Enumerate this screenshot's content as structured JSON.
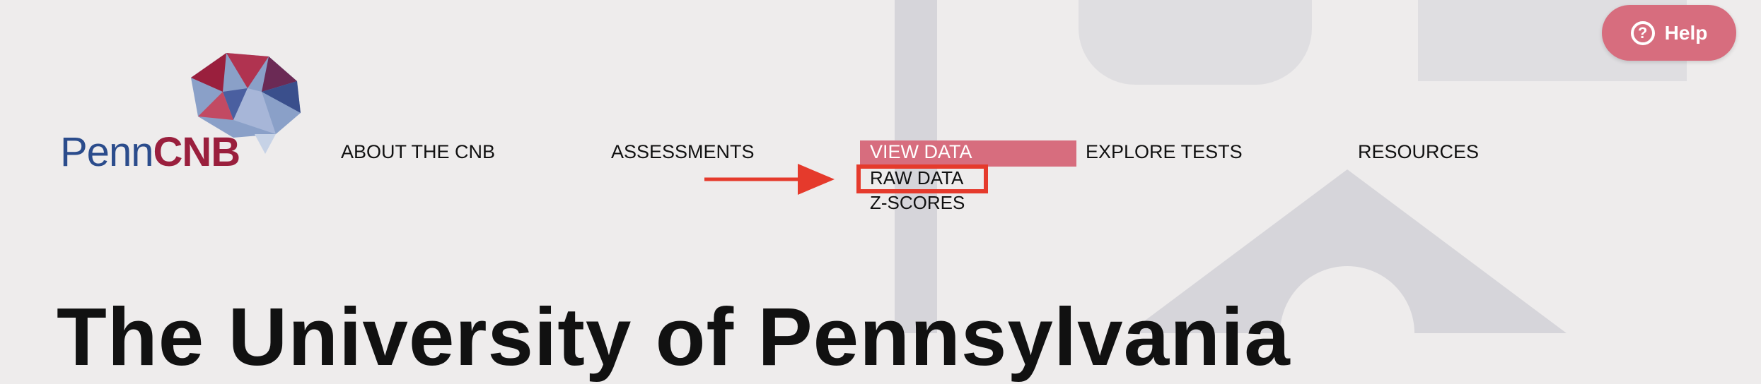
{
  "brand": {
    "penn": "Penn",
    "cnb": "CNB"
  },
  "nav": {
    "about": "ABOUT THE CNB",
    "assessments": "ASSESSMENTS",
    "view_data": "VIEW DATA",
    "explore_tests": "EXPLORE TESTS",
    "resources": "RESOURCES"
  },
  "dropdown": {
    "raw_data": "RAW DATA",
    "z_scores": "Z-SCORES"
  },
  "help": {
    "icon": "question-circle-icon",
    "label": "Help"
  },
  "page": {
    "title": "The University of Pennsylvania"
  },
  "colors": {
    "accent": "#d76d7e",
    "highlight": "#e53a2c",
    "brand_blue": "#2b4c8c",
    "brand_red": "#9a1f3d"
  }
}
